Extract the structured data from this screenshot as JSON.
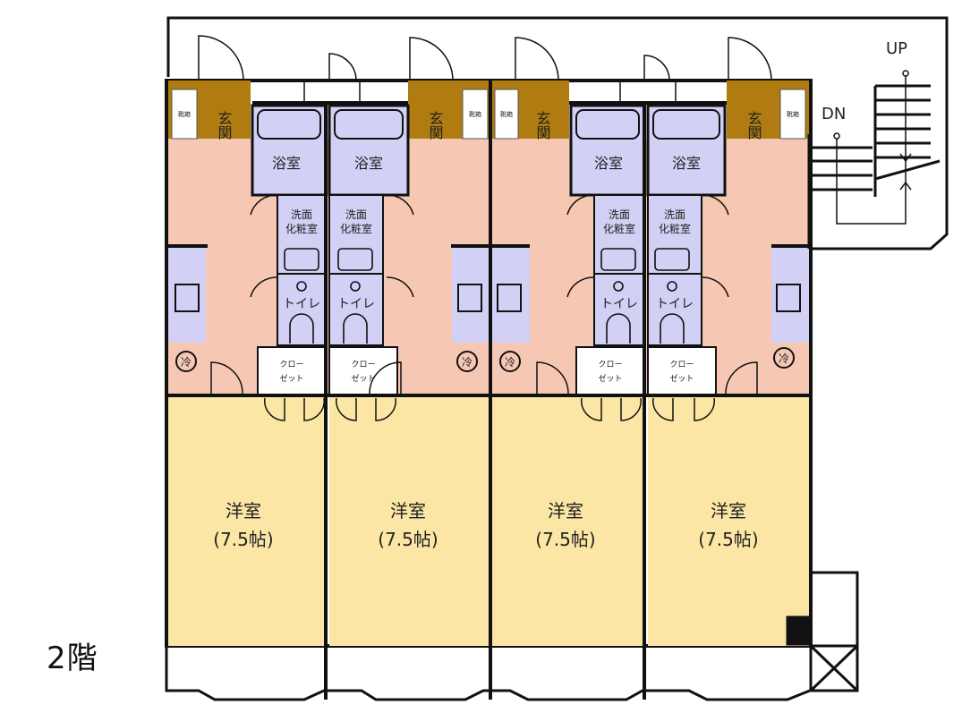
{
  "floor_label": "2階",
  "stairs": {
    "up_label": "UP",
    "down_label": "DN"
  },
  "units": [
    {
      "genkan": "玄関",
      "shoe_cabinet": "靴箱",
      "bath": "浴室",
      "washroom_line1": "洗面",
      "washroom_line2": "化粧室",
      "toilet": "トイレ",
      "fridge": "冷",
      "closet_line1": "クロー",
      "closet_line2": "ゼット",
      "room_name": "洋室",
      "room_size": "(7.5帖)"
    },
    {
      "genkan": "玄関",
      "shoe_cabinet": "靴箱",
      "bath": "浴室",
      "washroom_line1": "洗面",
      "washroom_line2": "化粧室",
      "toilet": "トイレ",
      "fridge": "冷",
      "closet_line1": "クロー",
      "closet_line2": "ゼット",
      "room_name": "洋室",
      "room_size": "(7.5帖)"
    },
    {
      "genkan": "玄関",
      "shoe_cabinet": "靴箱",
      "bath": "浴室",
      "washroom_line1": "洗面",
      "washroom_line2": "化粧室",
      "toilet": "トイレ",
      "fridge": "冷",
      "closet_line1": "クロー",
      "closet_line2": "ゼット",
      "room_name": "洋室",
      "room_size": "(7.5帖)"
    },
    {
      "genkan": "玄関",
      "shoe_cabinet": "靴箱",
      "bath": "浴室",
      "washroom_line1": "洗面",
      "washroom_line2": "化粧室",
      "toilet": "トイレ",
      "fridge": "冷",
      "closet_line1": "クロー",
      "closet_line2": "ゼット",
      "room_name": "洋室",
      "room_size": "(7.5帖)"
    }
  ],
  "colors": {
    "wall": "#111111",
    "room": "#fbe6a6",
    "hall": "#f6c8b4",
    "wet": "#d2d0f4",
    "genkan": "#b07c12",
    "closet": "#ffffff"
  }
}
